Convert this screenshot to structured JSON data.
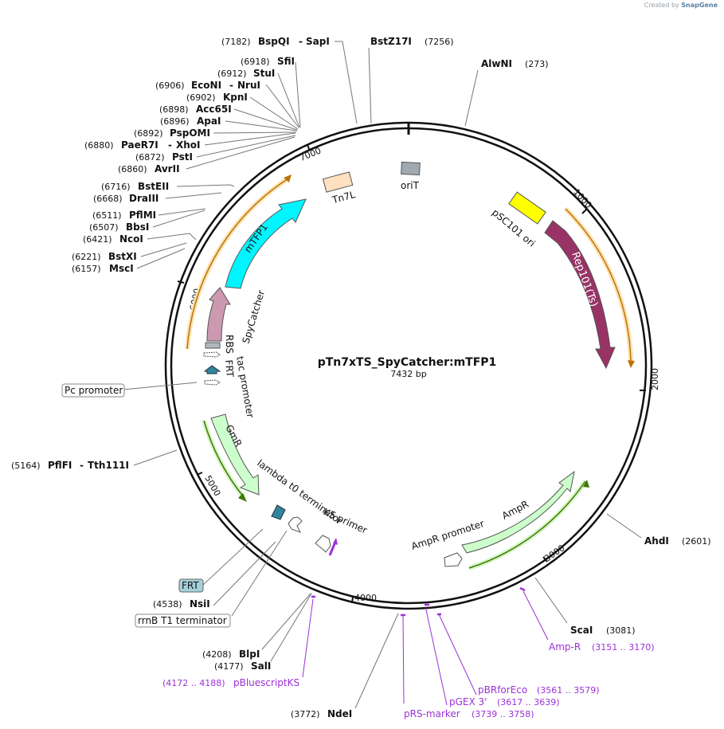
{
  "credit": {
    "prefix": "Created by",
    "brand": "SnapGene"
  },
  "plasmid": {
    "name": "pTn7xTS_SpyCatcher:mTFP1",
    "length": "7432 bp"
  },
  "ticks": [
    "1000",
    "2000",
    "3000",
    "4000",
    "5000",
    "6000",
    "7000"
  ],
  "enzymes": [
    {
      "pos": "(7182)",
      "name": "BspQI",
      "name2": "SapI"
    },
    {
      "pos": "(7256)",
      "name": "BstZ17I"
    },
    {
      "pos": "(273)",
      "name": "AlwNI"
    },
    {
      "pos": "(6918)",
      "name": "SfiI"
    },
    {
      "pos": "(6912)",
      "name": "StuI"
    },
    {
      "pos": "(6906)",
      "name": "EcoNI",
      "name2": "NruI"
    },
    {
      "pos": "(6902)",
      "name": "KpnI"
    },
    {
      "pos": "(6898)",
      "name": "Acc65I"
    },
    {
      "pos": "(6896)",
      "name": "ApaI"
    },
    {
      "pos": "(6892)",
      "name": "PspOMI"
    },
    {
      "pos": "(6880)",
      "name": "PaeR7I",
      "name2": "XhoI"
    },
    {
      "pos": "(6872)",
      "name": "PstI"
    },
    {
      "pos": "(6860)",
      "name": "AvrII"
    },
    {
      "pos": "(6716)",
      "name": "BstEII"
    },
    {
      "pos": "(6668)",
      "name": "DraIII"
    },
    {
      "pos": "(6511)",
      "name": "PflMI"
    },
    {
      "pos": "(6507)",
      "name": "BbsI"
    },
    {
      "pos": "(6421)",
      "name": "NcoI"
    },
    {
      "pos": "(6221)",
      "name": "BstXI"
    },
    {
      "pos": "(6157)",
      "name": "MscI"
    },
    {
      "pos": "(5164)",
      "name": "PflFI",
      "name2": "Tth111I"
    },
    {
      "pos": "(2601)",
      "name": "AhdI"
    },
    {
      "pos": "(3081)",
      "name": "ScaI"
    },
    {
      "pos": "(4538)",
      "name": "NsiI"
    },
    {
      "pos": "(4208)",
      "name": "BlpI"
    },
    {
      "pos": "(4177)",
      "name": "SalI"
    },
    {
      "pos": "(3772)",
      "name": "NdeI"
    }
  ],
  "primers": [
    {
      "name": "Amp-R",
      "range": "(3151 .. 3170)"
    },
    {
      "name": "pBRforEco",
      "range": "(3561 .. 3579)"
    },
    {
      "name": "pGEX 3'",
      "range": "(3617 .. 3639)"
    },
    {
      "name": "pRS-marker",
      "range": "(3739 .. 3758)"
    },
    {
      "name": "pBluescriptKS",
      "range": "(4172 .. 4188)"
    }
  ],
  "features": {
    "oriT": "oriT",
    "tn7l": "Tn7L",
    "psc101": "pSC101 ori",
    "rep101": "Rep101(Ts)",
    "mtfp1": "mTFP1",
    "spycatcher": "SpyCatcher",
    "rbs": "RBS",
    "tac": "tac promoter",
    "frt": "FRT",
    "gmr": "GmR",
    "lambda": "lambda t0 terminator",
    "ksprimer": "KS primer",
    "ampr": "AmpR",
    "amprpromoter": "AmpR promoter"
  },
  "boxed": {
    "pc": "Pc promoter",
    "frt": "FRT",
    "rrnb": "rrnB T1 terminator"
  },
  "colors": {
    "mtfp1": "#00f5ff",
    "spycatcher": "#cc99b1",
    "rep101": "#993366",
    "psc101": "#ffff00",
    "tn7l": "#ffe0c0",
    "orit": "#a0a8b0",
    "ampr": "#ccffcc",
    "gmr": "#ccffcc",
    "frt": "#31849b",
    "primer": "#9b30d9",
    "orange_arc": "#e8a020",
    "green_arc": "#55aa00"
  }
}
